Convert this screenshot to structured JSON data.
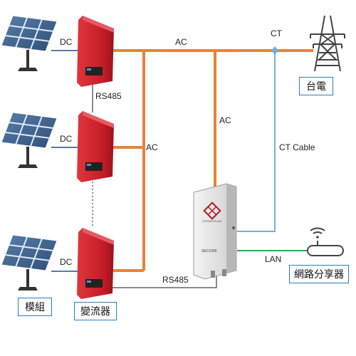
{
  "labels": {
    "dc_top": "DC",
    "dc_mid": "DC",
    "dc_bot": "DC",
    "ac_top": "AC",
    "ac_mid_left": "AC",
    "ac_vertical_right": "AC",
    "ct": "CT",
    "ct_cable": "CT Cable",
    "rs485_top": "RS485",
    "rs485_bottom": "RS485",
    "lan": "LAN",
    "grid": "台電",
    "modules": "模組",
    "inverter": "變流器",
    "router": "網路分享器",
    "sec_title": "SEC1000",
    "sec_brand": "SOFARSOLAR"
  },
  "colors": {
    "ac_line": "#e8823a",
    "dc_line": "#1f4e9a",
    "ct_line": "#6fb1e0",
    "lan_line": "#3aa04a",
    "rs485_line": "#666666",
    "inverter_red": "#c8202a",
    "box_border": "#2a7fc0"
  }
}
